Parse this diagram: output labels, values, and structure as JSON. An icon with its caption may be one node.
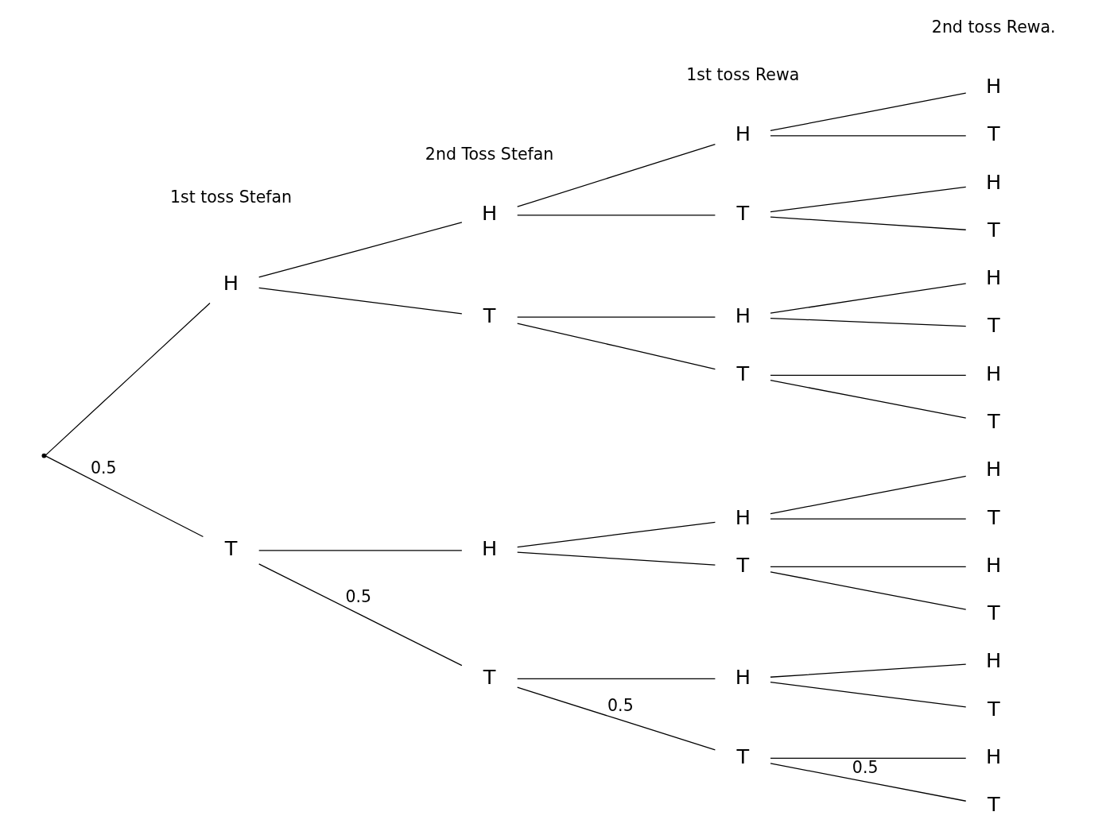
{
  "diagram": {
    "nodes": [
      {
        "text": [],
        "shape": "point"
      },
      {
        "text": [
          "H"
        ]
      },
      {
        "text": [
          "T"
        ]
      },
      {
        "text": [
          "H"
        ]
      },
      {
        "text": [
          "T"
        ]
      },
      {
        "text": [
          "H"
        ]
      },
      {
        "text": [
          "T"
        ]
      },
      {
        "text": [
          "H"
        ]
      },
      {
        "text": [
          "T"
        ]
      },
      {
        "text": [
          "H"
        ]
      },
      {
        "text": [
          "T"
        ]
      },
      {
        "text": [
          "H"
        ]
      },
      {
        "text": [
          "T"
        ]
      },
      {
        "text": [
          "H"
        ]
      },
      {
        "text": [
          "T"
        ]
      },
      {
        "text": [
          "H"
        ]
      },
      {
        "text": [
          "T"
        ]
      },
      {
        "text": [
          "H"
        ]
      },
      {
        "text": [
          "T"
        ]
      },
      {
        "text": [
          "H"
        ]
      },
      {
        "text": [
          "T"
        ]
      },
      {
        "text": [
          "H"
        ]
      },
      {
        "text": [
          "T"
        ]
      },
      {
        "text": [
          "H"
        ]
      },
      {
        "text": [
          "T"
        ]
      },
      {
        "text": [
          "H"
        ]
      },
      {
        "text": [
          "T"
        ]
      },
      {
        "text": [
          "H"
        ]
      },
      {
        "text": [
          "T"
        ]
      },
      {
        "text": [
          "H"
        ]
      },
      {
        "text": [
          "T"
        ]
      }
    ],
    "edges": [
      {
        "from": 0,
        "to": 1,
        "arrow": "none"
      },
      {
        "from": 0,
        "to": 2,
        "arrow": "none",
        "label": "0.5"
      },
      {
        "from": 1,
        "to": 3,
        "arrow": "none"
      },
      {
        "from": 1,
        "to": 4,
        "arrow": "none"
      },
      {
        "from": 2,
        "to": 5,
        "arrow": "none"
      },
      {
        "from": 2,
        "to": 6,
        "arrow": "none",
        "label": "0.5"
      },
      {
        "from": 3,
        "to": 7,
        "arrow": "none"
      },
      {
        "from": 3,
        "to": 8,
        "arrow": "none"
      },
      {
        "from": 4,
        "to": 9,
        "arrow": "none"
      },
      {
        "from": 4,
        "to": 10,
        "arrow": "none"
      },
      {
        "from": 5,
        "to": 11,
        "arrow": "none"
      },
      {
        "from": 5,
        "to": 12,
        "arrow": "none"
      },
      {
        "from": 6,
        "to": 13,
        "arrow": "none"
      },
      {
        "from": 6,
        "to": 14,
        "arrow": "none",
        "label": "0.5"
      },
      {
        "from": 7,
        "to": 15,
        "arrow": "none"
      },
      {
        "from": 7,
        "to": 16,
        "arrow": "none"
      },
      {
        "from": 8,
        "to": 17,
        "arrow": "none"
      },
      {
        "from": 8,
        "to": 18,
        "arrow": "none"
      },
      {
        "from": 9,
        "to": 19,
        "arrow": "none"
      },
      {
        "from": 9,
        "to": 20,
        "arrow": "none"
      },
      {
        "from": 10,
        "to": 21,
        "arrow": "none"
      },
      {
        "from": 10,
        "to": 22,
        "arrow": "none"
      },
      {
        "from": 11,
        "to": 23,
        "arrow": "none"
      },
      {
        "from": 11,
        "to": 24,
        "arrow": "none"
      },
      {
        "from": 12,
        "to": 25,
        "arrow": "none"
      },
      {
        "from": 12,
        "to": 26,
        "arrow": "none"
      },
      {
        "from": 13,
        "to": 27,
        "arrow": "none"
      },
      {
        "from": 13,
        "to": 28,
        "arrow": "none"
      },
      {
        "from": 14,
        "to": 29,
        "arrow": "none"
      },
      {
        "from": 14,
        "to": 30,
        "arrow": "none",
        "label": "0.5"
      }
    ],
    "labels": [
      "1st toss Stefan",
      "2nd Toss Stefan",
      "1st toss Rewa",
      "2nd toss Rewa."
    ]
  }
}
